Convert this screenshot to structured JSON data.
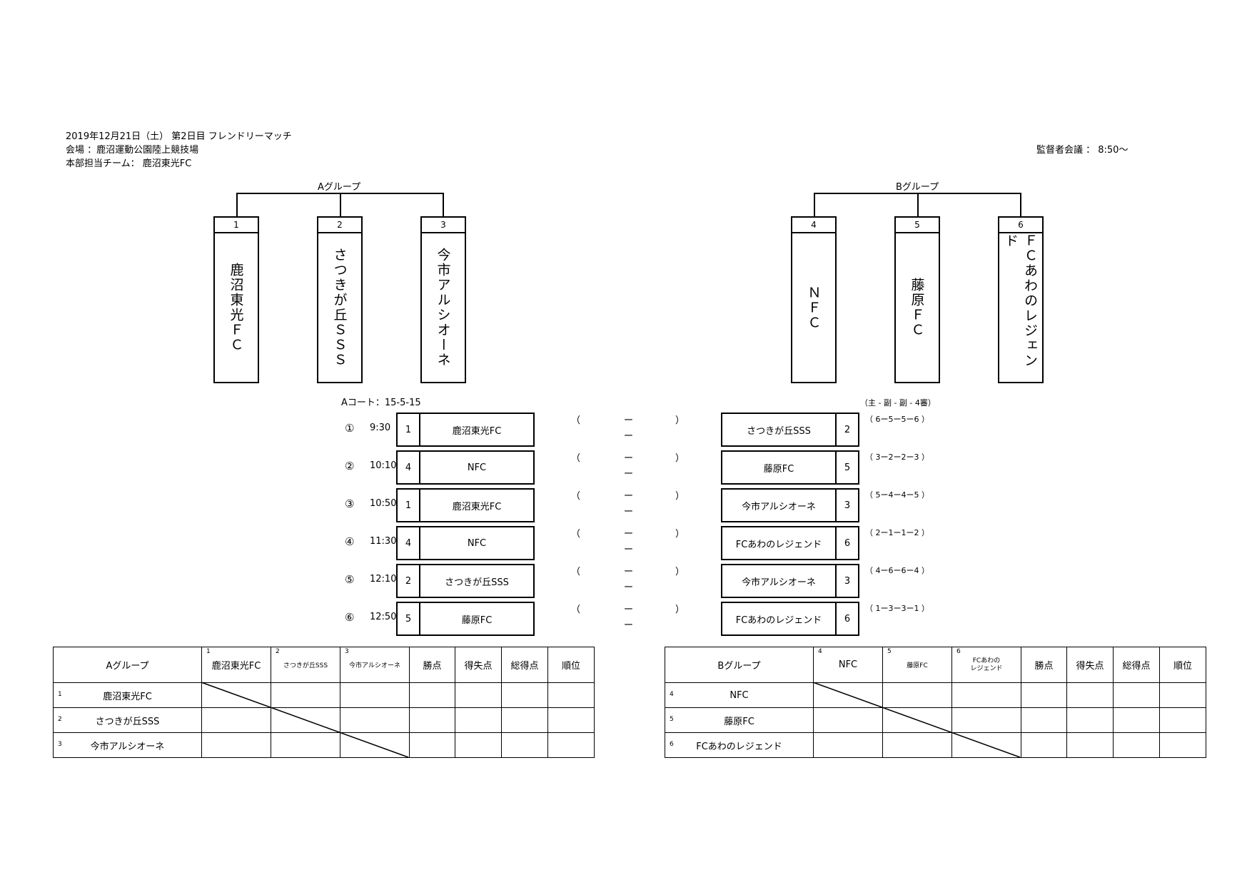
{
  "header": {
    "line1": "2019年12月21日（土） 第2日目 フレンドリーマッチ",
    "line2": "会場 ：鹿沼運動公園陸上競技場",
    "line3": "本部担当チーム： 鹿沼東光FC",
    "meeting": "監督者会議 ： 8:50〜"
  },
  "groupA": {
    "label": "Aグループ",
    "teams": [
      {
        "num": "1",
        "name": "鹿沼東光ＦＣ"
      },
      {
        "num": "2",
        "name": "さつきが丘ＳＳＳ"
      },
      {
        "num": "3",
        "name": "今市アルシオーネ"
      }
    ]
  },
  "groupB": {
    "label": "Bグループ",
    "teams": [
      {
        "num": "4",
        "name": "ＮＦＣ"
      },
      {
        "num": "5",
        "name": "藤原ＦＣ"
      },
      {
        "num": "6",
        "name": "ＦＣあわのレジェンド"
      }
    ]
  },
  "court": {
    "label": "Aコート：15-5-15",
    "referee_header": "（主 - 副 - 副 - 4審）",
    "score_open": "（",
    "score_dash": "ー",
    "score_close": "）",
    "matches": [
      {
        "no": "①",
        "time": "9:30",
        "home_num": "1",
        "home": "鹿沼東光FC",
        "away": "さつきが丘SSS",
        "away_num": "2",
        "refs": "（ 6ー5ー5ー6 ）"
      },
      {
        "no": "②",
        "time": "10:10",
        "home_num": "4",
        "home": "NFC",
        "away": "藤原FC",
        "away_num": "5",
        "refs": "（ 3ー2ー2ー3 ）"
      },
      {
        "no": "③",
        "time": "10:50",
        "home_num": "1",
        "home": "鹿沼東光FC",
        "away": "今市アルシオーネ",
        "away_num": "3",
        "refs": "（ 5ー4ー4ー5 ）"
      },
      {
        "no": "④",
        "time": "11:30",
        "home_num": "4",
        "home": "NFC",
        "away": "FCあわのレジェンド",
        "away_num": "6",
        "refs": "（ 2ー1ー1ー2 ）"
      },
      {
        "no": "⑤",
        "time": "12:10",
        "home_num": "2",
        "home": "さつきが丘SSS",
        "away": "今市アルシオーネ",
        "away_num": "3",
        "refs": "（ 4ー6ー6ー4 ）"
      },
      {
        "no": "⑥",
        "time": "12:50",
        "home_num": "5",
        "home": "藤原FC",
        "away": "FCあわのレジェンド",
        "away_num": "6",
        "refs": "（ 1ー3ー3ー1 ）"
      }
    ]
  },
  "tableA": {
    "title": "Aグループ",
    "cols": [
      {
        "num": "1",
        "name": "鹿沼東光FC"
      },
      {
        "num": "2",
        "name": "さつきが丘SSS"
      },
      {
        "num": "3",
        "name": "今市アルシオーネ"
      }
    ],
    "stats": [
      "勝点",
      "得失点",
      "総得点",
      "順位"
    ],
    "rows": [
      {
        "num": "1",
        "name": "鹿沼東光FC"
      },
      {
        "num": "2",
        "name": "さつきが丘SSS"
      },
      {
        "num": "3",
        "name": "今市アルシオーネ"
      }
    ]
  },
  "tableB": {
    "title": "Bグループ",
    "cols": [
      {
        "num": "4",
        "name": "NFC"
      },
      {
        "num": "5",
        "name": "藤原FC"
      },
      {
        "num": "6",
        "name": "FCあわの\nレジェンド"
      }
    ],
    "stats": [
      "勝点",
      "得失点",
      "総得点",
      "順位"
    ],
    "rows": [
      {
        "num": "4",
        "name": "NFC"
      },
      {
        "num": "5",
        "name": "藤原FC"
      },
      {
        "num": "6",
        "name": "FCあわのレジェンド"
      }
    ]
  }
}
